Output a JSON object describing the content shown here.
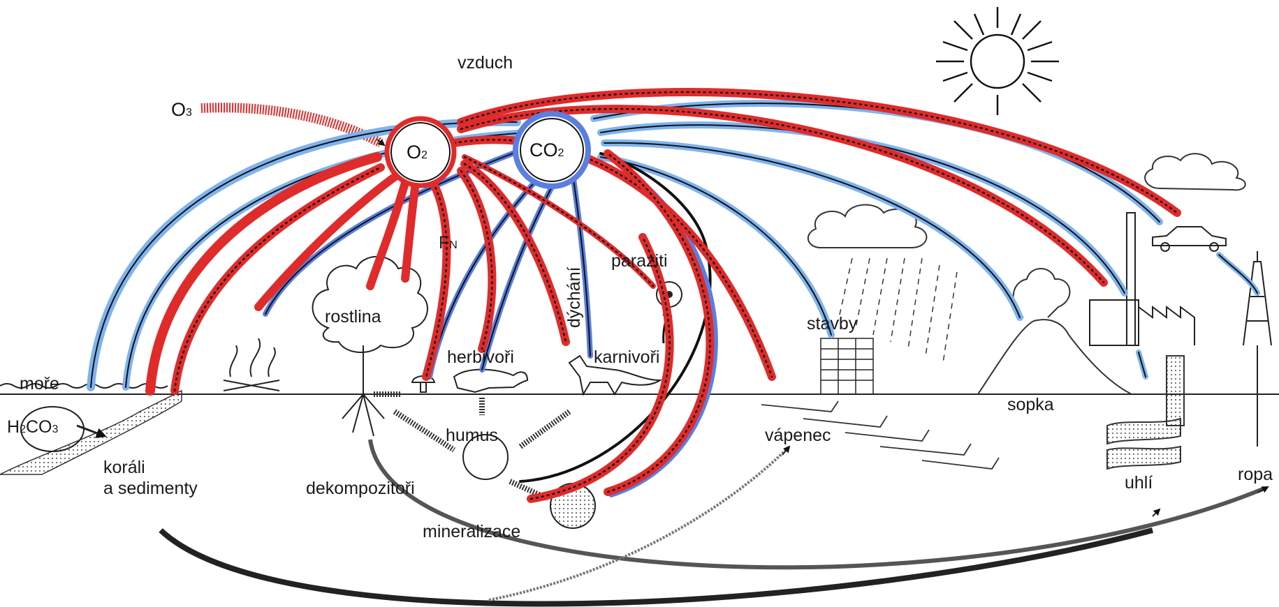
{
  "colors": {
    "oxygen": "#e02b2b",
    "carbon_dioxide": "#5a7fe0",
    "carbon_dioxide_light": "#7fb3ee",
    "ink": "#111111"
  },
  "labels": {
    "air": "vzduch",
    "ozone": "O",
    "ozone_sub": "3",
    "oxygen": "O",
    "oxygen_sub": "2",
    "co2": "CO",
    "co2_sub": "2",
    "nitrogen_fixation": "F",
    "nitrogen_fixation_sub": "N",
    "respiration": "dýchání",
    "parasites": "paraziti",
    "plant": "rostlina",
    "herbivores": "herbivoři",
    "carnivores": "karnivoři",
    "humus": "humus",
    "decomposers": "dekompozitoři",
    "mineralization": "mineralizace",
    "sea": "moře",
    "carbonic_acid": "H",
    "carbonic_acid_sub": "2",
    "carbonic_acid_rest": "CO",
    "carbonic_acid_sub2": "3",
    "corals_line1": "koráli",
    "corals_line2": "a sedimenty",
    "buildings": "stavby",
    "limestone": "vápenec",
    "volcano": "sopka",
    "coal": "uhlí",
    "oil": "ropa"
  },
  "icons": [
    "sun-icon",
    "cloud-icon",
    "rain-cloud-icon",
    "car-icon",
    "factory-icon",
    "oil-derrick-icon",
    "volcano-icon",
    "tree-icon",
    "campfire-icon",
    "rabbit-icon",
    "fox-icon",
    "parasite-icon",
    "mushroom-icon"
  ]
}
